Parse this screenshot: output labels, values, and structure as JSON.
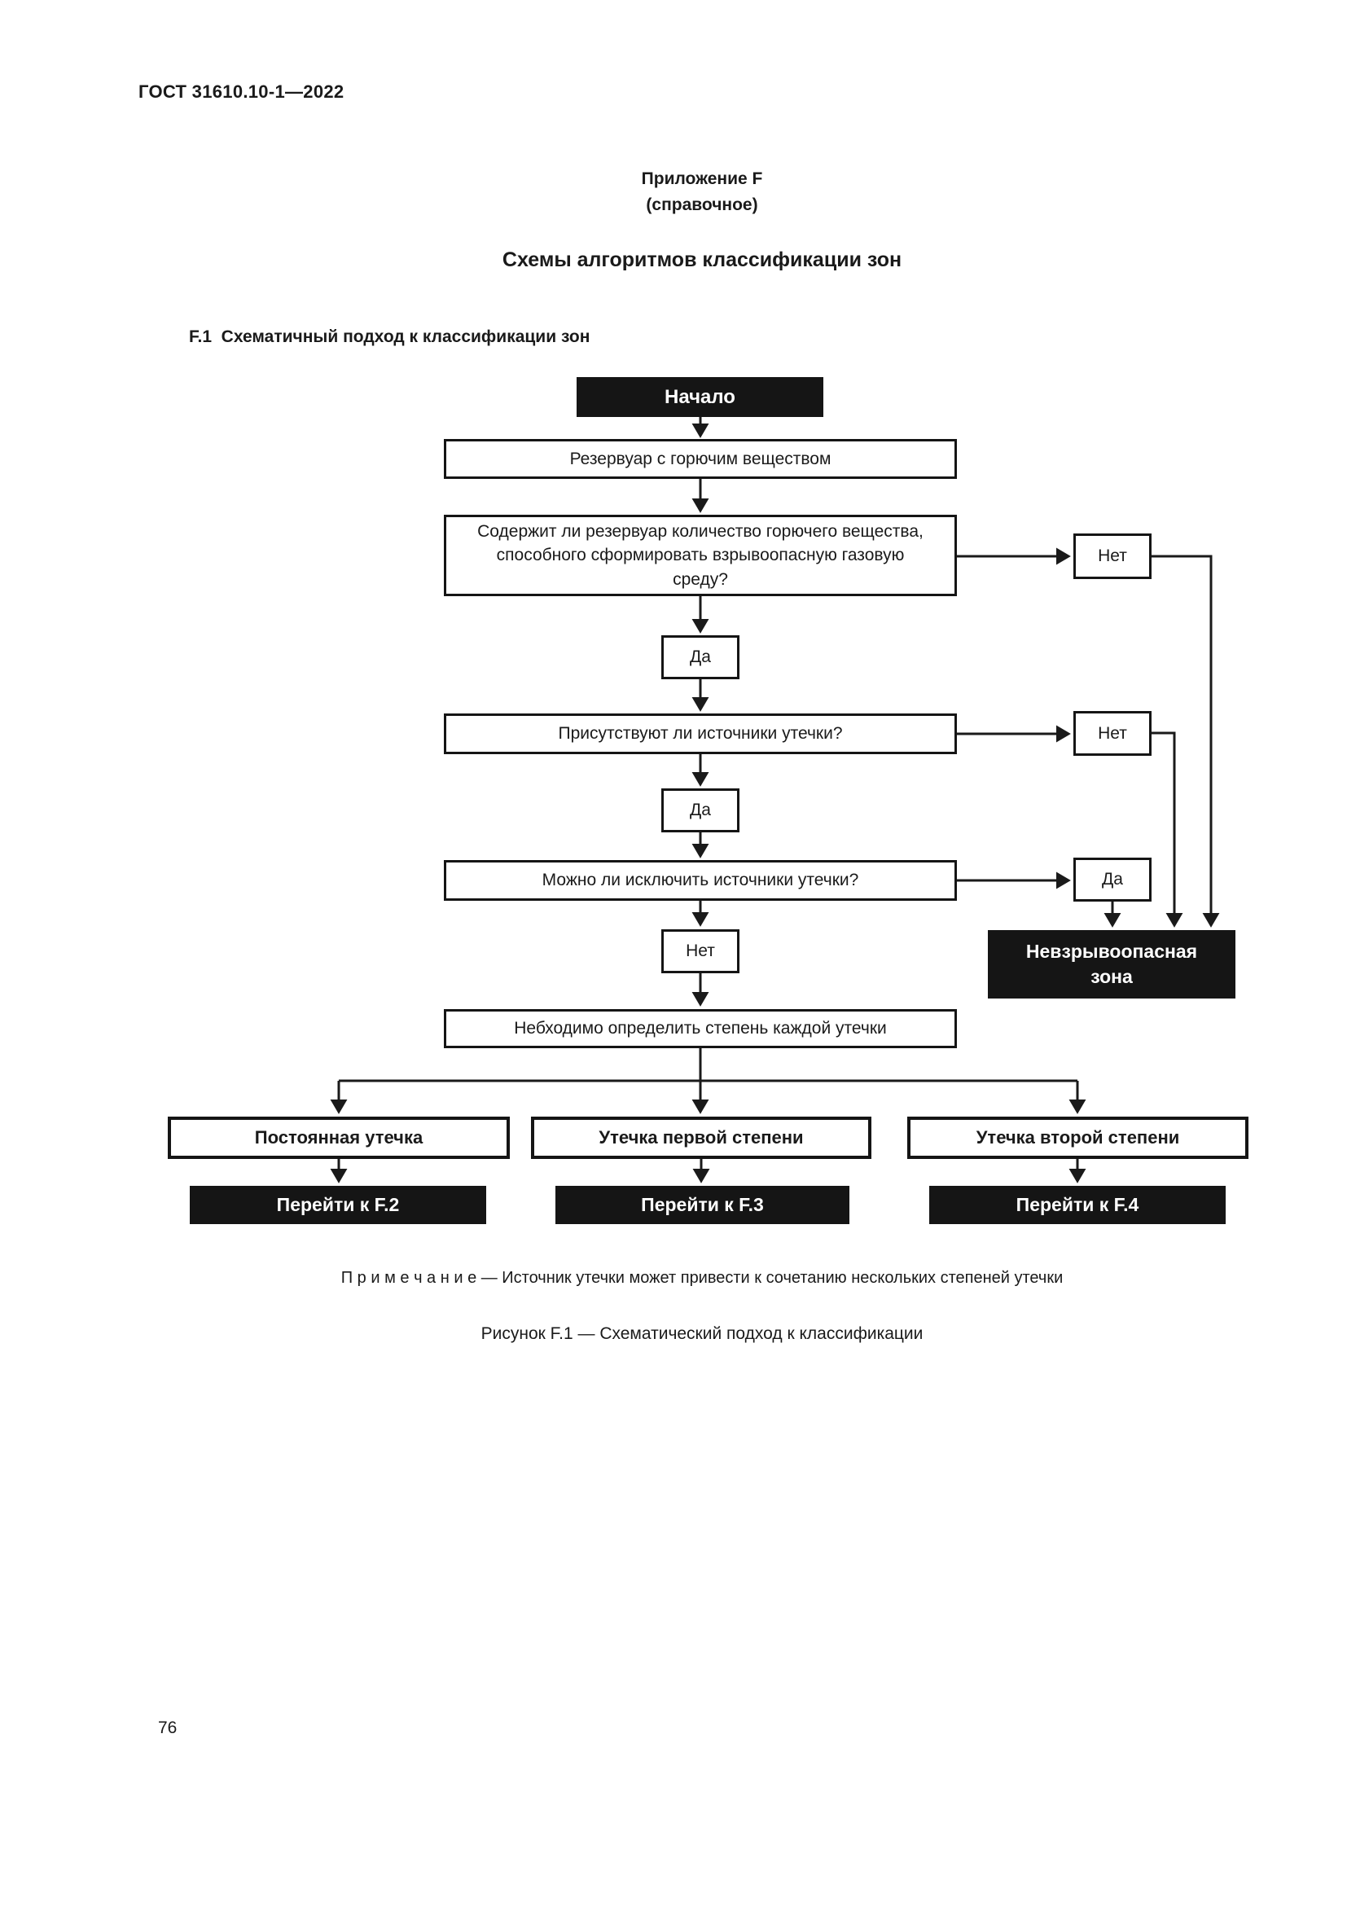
{
  "page": {
    "header": "ГОСТ 31610.10-1—2022",
    "page_number": "76"
  },
  "appendix": {
    "title_line1": "Приложение F",
    "title_line2": "(справочное)",
    "heading": "Схемы алгоритмов классификации зон",
    "section_heading": "F.1  Схематичный подход к классификации зон"
  },
  "flowchart": {
    "nodes": {
      "start": "Начало",
      "reservoir": "Резервуар с горючим веществом",
      "q1": "Содержит ли резервуар количество горючего вещества, способного сформировать взрывоопасную газовую среду?",
      "q1_no": "Нет",
      "q1_yes": "Да",
      "q2": "Присутствуют ли источники утечки?",
      "q2_no": "Нет",
      "q2_yes": "Да",
      "q3": "Можно ли исключить источники утечки?",
      "q3_yes": "Да",
      "q3_no": "Нет",
      "non_hazardous_zone": "Невзрывоопасная зона",
      "determine": "Небходимо определить степень каждой утечки",
      "branch_continuous": "Постоянная утечка",
      "branch_primary": "Утечка первой степени",
      "branch_secondary": "Утечка второй степени",
      "goto_f2": "Перейти к F.2",
      "goto_f3": "Перейти к F.3",
      "goto_f4": "Перейти к F.4"
    },
    "note": "П р и м е ч а н и е — Источник утечки может привести к сочетанию нескольких степеней утечки",
    "caption": "Рисунок F.1 — Схематический подход к классификации"
  }
}
